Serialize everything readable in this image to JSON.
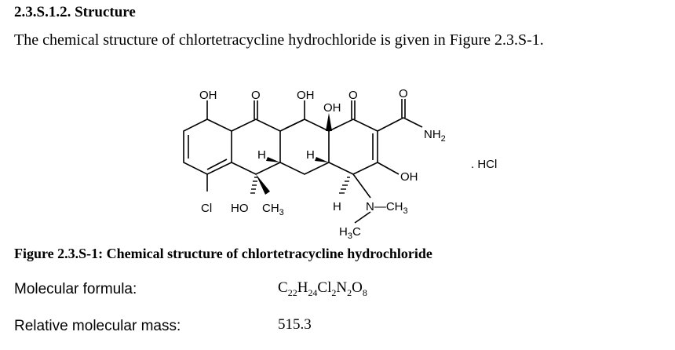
{
  "section": {
    "heading": "2.3.S.1.2. Structure",
    "intro": "The chemical structure of chlortetracycline hydrochloride is given in Figure 2.3.S-1."
  },
  "structure_labels": {
    "oh_top_left": "OH",
    "o_top_1": "O",
    "oh_top_mid": "OH",
    "oh_top_inner": "OH",
    "o_top_2": "O",
    "o_top_3": "O",
    "nh2": "NH",
    "nh2_sub": "2",
    "hcl": ". HCl",
    "h_left": "H",
    "h_mid": "H",
    "oh_right": "OH",
    "cl": "Cl",
    "ho": "HO",
    "ch3_left": "CH",
    "ch3_left_sub": "3",
    "h_lower": "H",
    "n_ch3": "N—CH",
    "n_ch3_sub": "3",
    "h3c": "H",
    "h3c_sub": "3",
    "h3c_c": "C"
  },
  "figure": {
    "caption": "Figure 2.3.S-1: Chemical structure of chlortetracycline hydrochloride"
  },
  "properties": {
    "molecular_formula_label": "Molecular formula:",
    "molecular_formula": {
      "c": "C",
      "c_n": "22",
      "h": "H",
      "h_n": "24",
      "cl": "Cl",
      "cl_n": "2",
      "n": "N",
      "n_n": "2",
      "o": "O",
      "o_n": "8"
    },
    "relative_molecular_mass_label": "Relative molecular mass:",
    "relative_molecular_mass": "515.3"
  }
}
